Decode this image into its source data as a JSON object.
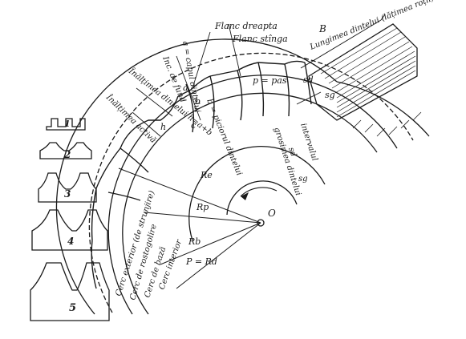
{
  "labels": {
    "flank_right": "Flanc dreapta",
    "flank_left": "Flanc stînga",
    "tooth_head": "a = capul dintelui",
    "b_label": "B",
    "face_width": "Lungimea dintelui (lățimea roții)",
    "root_height": "Inc. de fund",
    "tooth_height": "Înălțimea dintelui h=a+b",
    "active_height": "Înălțimea activă",
    "pitch": "p = pas",
    "sd": "sd",
    "sg": "sg",
    "a_mark": "a",
    "b_mark": "b",
    "c_mark": "c",
    "h_mark": "h",
    "tooth_foot": "b = piciorul dintelui",
    "tooth_thickness": "grosimea dintelui",
    "sd_label": "sd",
    "gap_width": "intervalul",
    "sg_label": "sg",
    "Re": "Re",
    "Rp": "Rp",
    "Rb": "Rb",
    "Rd": "P = Rd",
    "O": "O",
    "outer_circle": "Cerc exterior (de strunjire)",
    "pitch_circle": "Cerc de rostogolire",
    "base_circle": "Cerc de bază",
    "root_circle": "Cerc interior"
  },
  "profiles": [
    "1",
    "2",
    "3",
    "4",
    "5"
  ],
  "colors": {
    "ink": "#1a1a1a",
    "paper": "#ffffff"
  }
}
